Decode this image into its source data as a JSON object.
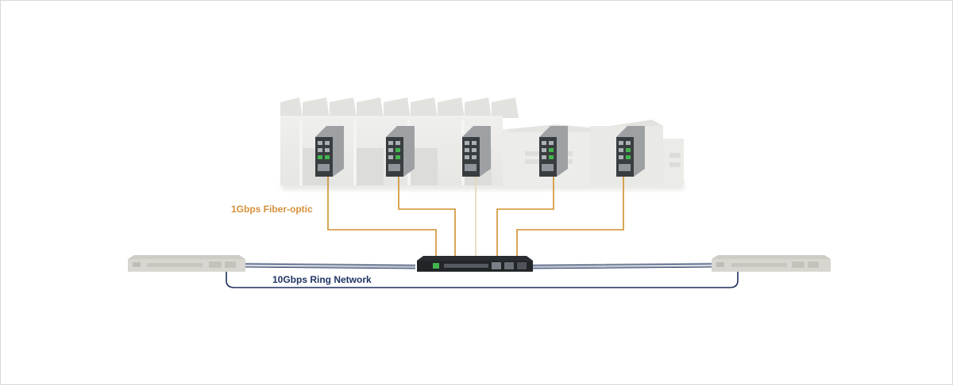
{
  "labels": {
    "fiber": "1Gbps Fiber-optic",
    "ring": "10Gbps Ring Network"
  },
  "colors": {
    "fiber": "#d08f2e",
    "fiber_label": "#d6903a",
    "ring": "#1e2f5c",
    "ring_label": "#1f3464",
    "building": "#ebebe9",
    "building_dark": "#d8d8d5",
    "switch_body": "#3a3d40",
    "core_switch": "#222528",
    "ring_switch": "#d7d6d0",
    "port_green": "#43b54d"
  },
  "icons": {
    "factory": "factory-building-icon",
    "industrial_switch": "din-rail-switch-icon",
    "core_switch": "rackmount-switch-icon",
    "ring_switch": "rackmount-switch-faded-icon"
  },
  "diagram": {
    "edge_switch_count": 5,
    "ring_switch_count": 2,
    "core_switch_count": 1
  }
}
